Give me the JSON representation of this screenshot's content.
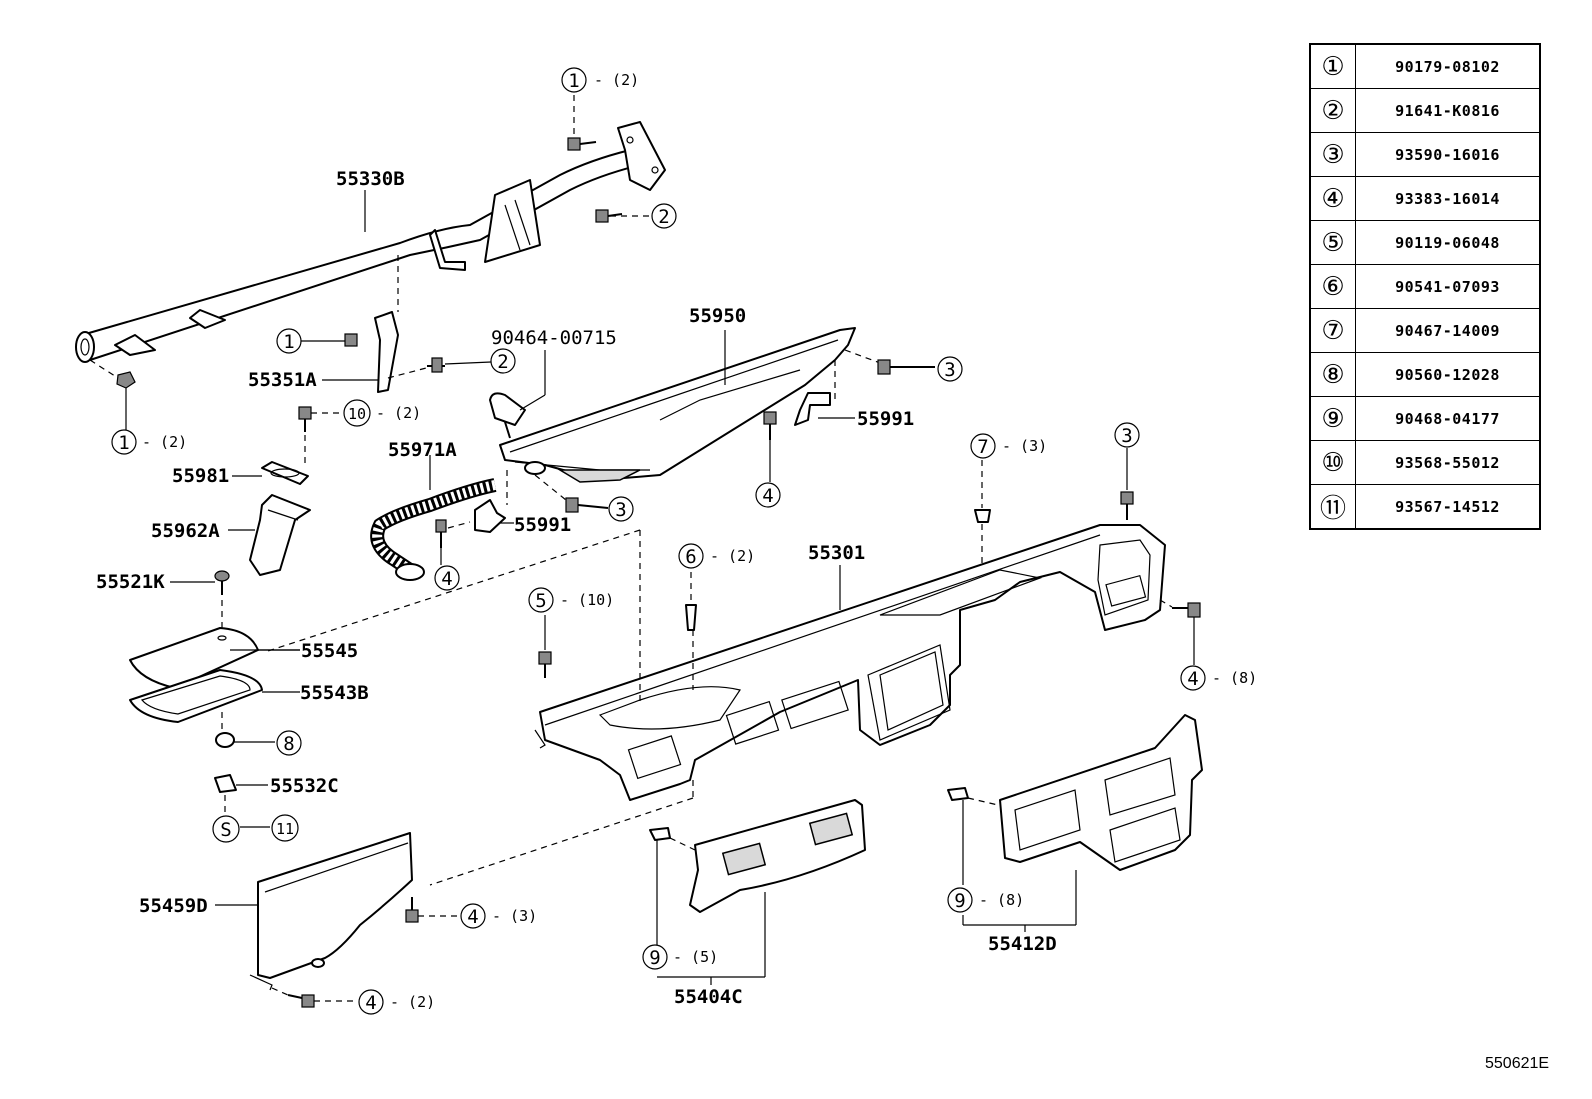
{
  "legend": [
    {
      "symbol": "①",
      "code": "90179-08102"
    },
    {
      "symbol": "②",
      "code": "91641-K0816"
    },
    {
      "symbol": "③",
      "code": "93590-16016"
    },
    {
      "symbol": "④",
      "code": "93383-16014"
    },
    {
      "symbol": "⑤",
      "code": "90119-06048"
    },
    {
      "symbol": "⑥",
      "code": "90541-07093"
    },
    {
      "symbol": "⑦",
      "code": "90467-14009"
    },
    {
      "symbol": "⑧",
      "code": "90560-12028"
    },
    {
      "symbol": "⑨",
      "code": "90468-04177"
    },
    {
      "symbol": "⑩",
      "code": "93568-55012"
    },
    {
      "symbol": "⑪",
      "code": "93567-14512"
    }
  ],
  "parts": {
    "p55330B": "55330B",
    "p55351A": "55351A",
    "p90464": "90464-00715",
    "p55950": "55950",
    "p55991a": "55991",
    "p55991b": "55991",
    "p55981": "55981",
    "p55971A": "55971A",
    "p55962A": "55962A",
    "p55521K": "55521K",
    "p55545": "55545",
    "p55543B": "55543B",
    "p55532C": "55532C",
    "p55301": "55301",
    "p55459D": "55459D",
    "p55404C": "55404C",
    "p55412D": "55412D"
  },
  "callouts": {
    "c1_top": {
      "n": "1",
      "q": "- (2)"
    },
    "c2_top": {
      "n": "2",
      "q": ""
    },
    "c1_bracket": {
      "n": "1",
      "q": ""
    },
    "c2_bracket": {
      "n": "2",
      "q": ""
    },
    "c1_left": {
      "n": "1",
      "q": "- (2)"
    },
    "c10": {
      "n": "10",
      "q": "- (2)"
    },
    "c3_duct": {
      "n": "3",
      "q": ""
    },
    "c4_duct": {
      "n": "4",
      "q": ""
    },
    "c3_mid": {
      "n": "3",
      "q": ""
    },
    "c4_hose": {
      "n": "4",
      "q": ""
    },
    "c7": {
      "n": "7",
      "q": "- (3)"
    },
    "c3_right": {
      "n": "3",
      "q": ""
    },
    "c6": {
      "n": "6",
      "q": "- (2)"
    },
    "c5": {
      "n": "5",
      "q": "- (10)"
    },
    "c4_right": {
      "n": "4",
      "q": "- (8)"
    },
    "c8": {
      "n": "8",
      "q": ""
    },
    "cS": {
      "n": "S",
      "q": ""
    },
    "c11": {
      "n": "11",
      "q": ""
    },
    "c4_lower": {
      "n": "4",
      "q": "- (3)"
    },
    "c4_bottom": {
      "n": "4",
      "q": "- (2)"
    },
    "c9_mid": {
      "n": "9",
      "q": "- (5)"
    },
    "c9_right": {
      "n": "9",
      "q": "- (8)"
    }
  },
  "footer_code": "550621E"
}
